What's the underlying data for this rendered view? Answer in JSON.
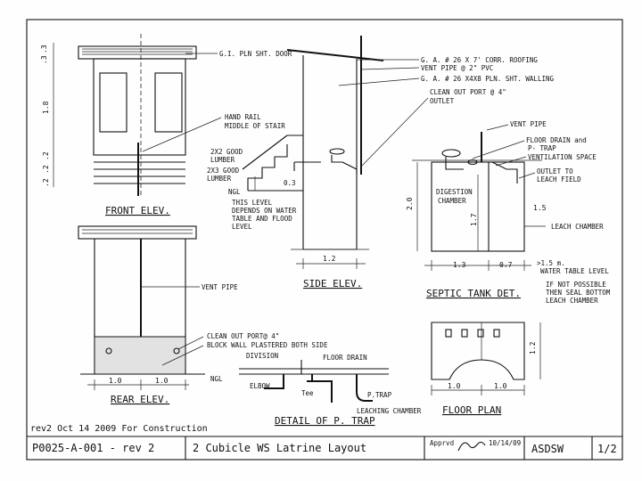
{
  "views": {
    "front": {
      "title": "FRONT ELEV.",
      "door_label": "G.I. PLN SHT. DOOR",
      "handrail_label": "HAND RAIL",
      "handrail_label2": "MIDDLE OF STAIR",
      "lumber1": "2X2 GOOD",
      "lumber1b": "LUMBER",
      "lumber2": "2X3 GOOD",
      "lumber2b": "LUMBER",
      "ngl": "NGL",
      "note1": "THIS LEVEL",
      "note2": "DEPENDS ON WATER",
      "note3": "TABLE AND FLOOD",
      "note4": "LEVEL",
      "dims": [
        ".3",
        ".3",
        "1.8",
        ".2",
        ".2",
        ".2"
      ],
      "stair_dim": "0.3"
    },
    "side": {
      "title": "SIDE ELEV.",
      "roof_label": "G. A. # 26 X 7' CORR. ROOFING",
      "vent_label": "VENT PIPE @ 2\" PVC",
      "wall_label": "G. A. # 26 X4X8 PLN. SHT. WALLING",
      "cleanout_label": "CLEAN OUT PORT @ 4\"",
      "outlet_label": "OUTLET",
      "width_dim": "1.2"
    },
    "septic": {
      "title": "SEPTIC TANK DET.",
      "vent": "VENT PIPE",
      "floor_drain": "FLOOR DRAIN and",
      "ptrap": "P- TRAP",
      "ventilation": "VENTILATION SPACE",
      "outlet1": "OUTLET TO",
      "outlet2": "LEACH FIELD",
      "digestion1": "DIGESTION",
      "digestion2": "CHAMBER",
      "leach_chamber": "LEACH CHAMBER",
      "depth_dim": "1.5",
      "height_dim": "2.0",
      "inner_dim": "1.7",
      "w1": "1.3",
      "w2": "0.7",
      "min_depth": ">1.5 m.",
      "wt": "WATER TABLE LEVEL",
      "nf1": "IF NOT POSSIBLE",
      "nf2": "THEN SEAL BOTTOM",
      "nf3": "LEACH CHAMBER"
    },
    "rear": {
      "title": "REAR ELEV.",
      "vent": "VENT PIPE",
      "cleanout": "CLEAN OUT PORT@ 4\"",
      "block": "BLOCK WALL PLASTERED BOTH SIDE",
      "ngl": "NGL",
      "d1": "1.0",
      "d2": "1.0"
    },
    "ptrap": {
      "title": "DETAIL OF P. TRAP",
      "division": "DIVISION",
      "floor_drain": "FLOOR DRAIN",
      "elbow": "ELBOW",
      "tee": "Tee",
      "ptrap": "P.TRAP",
      "leach": "LEACHING CHAMBER"
    },
    "floor": {
      "title": "FLOOR PLAN",
      "d1": "1.0",
      "d2": "1.0",
      "d3": "1.2"
    }
  },
  "revision_note": "rev2   Oct 14 2009   For Construction",
  "title_block": {
    "drawing_no": "P0025-A-001 - rev 2",
    "description": "2 Cubicle WS Latrine Layout",
    "approved_label": "Apprvd",
    "approved_date": "10/14/09",
    "org": "ASDSW",
    "sheet": "1/2"
  }
}
